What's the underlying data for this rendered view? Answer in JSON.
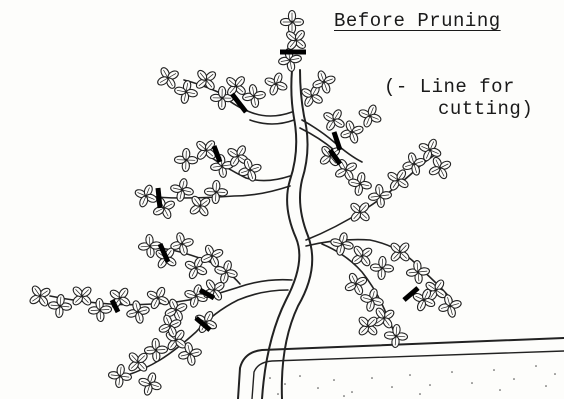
{
  "caption": {
    "title": "Before Pruning",
    "note_line1": "(- Line for",
    "note_line2": "cutting)"
  },
  "colors": {
    "ink": "#222222",
    "cut_mark": "#000000",
    "paper": "#fdfdfb"
  }
}
